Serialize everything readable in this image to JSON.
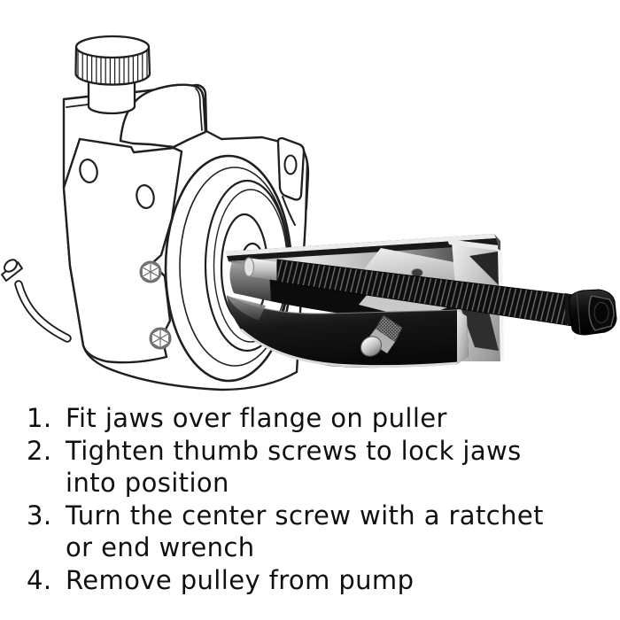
{
  "background_color": "#ffffff",
  "line_color": "#1f1f1f",
  "text_color": "#101010",
  "metal_dark": "#0d0d0d",
  "metal_light": "#e8e8e8",
  "illustration": {
    "name": "power-steering-pump-with-pulley-puller",
    "parts": {
      "pump_cap": "reservoir-cap",
      "pump_body": "pump-reservoir-body",
      "bracket": "mounting-bracket",
      "pulley": "pulley",
      "hose": "hose-fitting",
      "tool": "pulley-puller",
      "screw": "center-screw",
      "hex": "hex-drive-head",
      "thumb": "thumb-screw"
    }
  },
  "instructions": {
    "items": [
      {
        "num": "1.",
        "line1": "Fit jaws over flange on puller",
        "line2": ""
      },
      {
        "num": "2.",
        "line1": "Tighten thumb screws to lock jaws",
        "line2": "into position"
      },
      {
        "num": "3.",
        "line1": "Turn the center screw with a ratchet",
        "line2": "or end wrench"
      },
      {
        "num": "4.",
        "line1": "Remove pulley from pump",
        "line2": ""
      }
    ]
  }
}
